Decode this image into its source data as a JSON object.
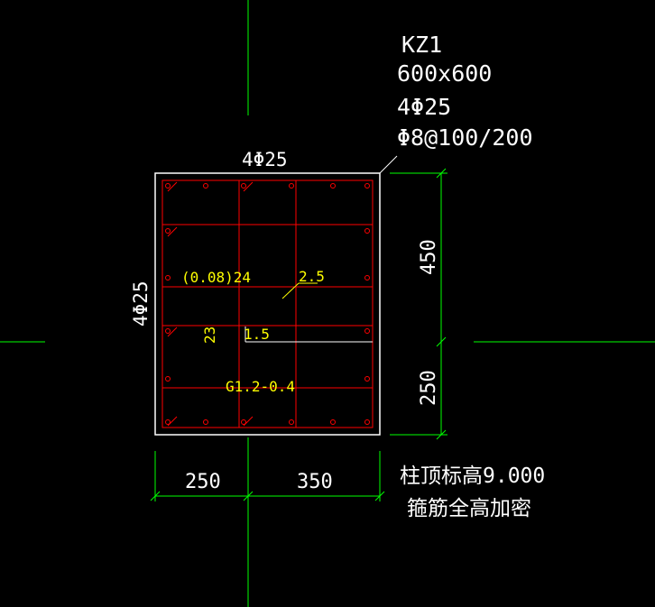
{
  "colors": {
    "background": "#000000",
    "outline": "#ffffff",
    "rebar": "#ff0000",
    "dimension": "#00ff00",
    "annotation": "#ffff00",
    "text": "#ffffff"
  },
  "column_label": {
    "id": "KZ1",
    "size": "600x600",
    "corner_bars": "4Φ25",
    "stirrups": "Φ8@100/200"
  },
  "top_bars": "4Φ25",
  "left_bars": "4Φ25",
  "inner_annotations": {
    "a1": "(0.08)24",
    "a2": "2.5",
    "a3": "23",
    "a4": "1.5",
    "a5": "G1.2-0.4"
  },
  "dimensions": {
    "bottom_left": "250",
    "bottom_right": "350",
    "right_top": "450",
    "right_bottom": "250"
  },
  "notes": {
    "line1": "柱顶标高9.000",
    "line2": "箍筋全高加密"
  }
}
